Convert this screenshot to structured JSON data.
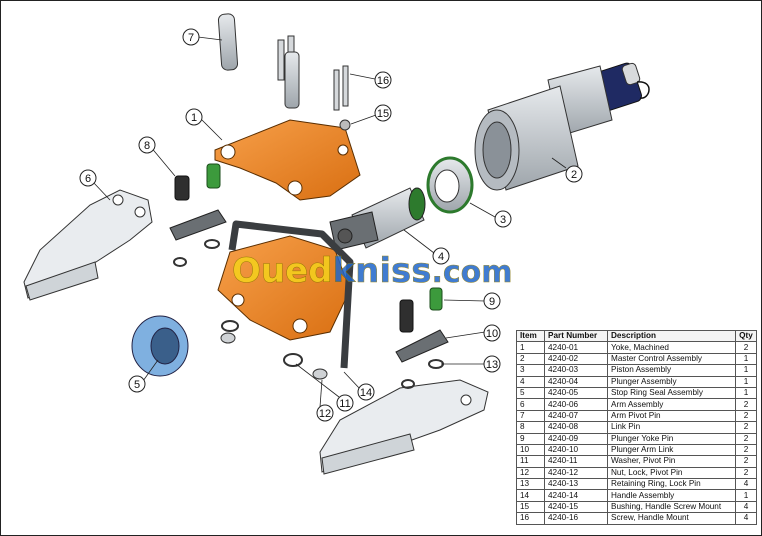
{
  "watermark": {
    "brand_left": "Oued",
    "brand_right": "kniss",
    "suffix": ".com"
  },
  "table": {
    "headers": {
      "item": "Item",
      "part_number": "Part Number",
      "description": "Description",
      "qty": "Qty"
    },
    "rows": [
      {
        "item": "1",
        "part_number": "4240-01",
        "description": "Yoke, Machined",
        "qty": "2"
      },
      {
        "item": "2",
        "part_number": "4240-02",
        "description": "Master Control Assembly",
        "qty": "1"
      },
      {
        "item": "3",
        "part_number": "4240-03",
        "description": "Piston Assembly",
        "qty": "1"
      },
      {
        "item": "4",
        "part_number": "4240-04",
        "description": "Plunger Assembly",
        "qty": "1"
      },
      {
        "item": "5",
        "part_number": "4240-05",
        "description": "Stop Ring Seal Assembly",
        "qty": "1"
      },
      {
        "item": "6",
        "part_number": "4240-06",
        "description": "Arm Assembly",
        "qty": "2"
      },
      {
        "item": "7",
        "part_number": "4240-07",
        "description": "Arm Pivot Pin",
        "qty": "2"
      },
      {
        "item": "8",
        "part_number": "4240-08",
        "description": "Link Pin",
        "qty": "2"
      },
      {
        "item": "9",
        "part_number": "4240-09",
        "description": "Plunger Yoke Pin",
        "qty": "2"
      },
      {
        "item": "10",
        "part_number": "4240-10",
        "description": "Plunger Arm Link",
        "qty": "2"
      },
      {
        "item": "11",
        "part_number": "4240-11",
        "description": "Washer, Pivot Pin",
        "qty": "2"
      },
      {
        "item": "12",
        "part_number": "4240-12",
        "description": "Nut, Lock, Pivot Pin",
        "qty": "2"
      },
      {
        "item": "13",
        "part_number": "4240-13",
        "description": "Retaining Ring, Lock Pin",
        "qty": "4"
      },
      {
        "item": "14",
        "part_number": "4240-14",
        "description": "Handle Assembly",
        "qty": "1"
      },
      {
        "item": "15",
        "part_number": "4240-15",
        "description": "Bushing, Handle Screw Mount",
        "qty": "4"
      },
      {
        "item": "16",
        "part_number": "4240-16",
        "description": "Screw, Handle Mount",
        "qty": "4"
      }
    ]
  },
  "callouts": [
    "1",
    "2",
    "3",
    "4",
    "5",
    "6",
    "7",
    "8",
    "9",
    "10",
    "11",
    "12",
    "13",
    "14",
    "15",
    "16"
  ],
  "colors": {
    "yoke_orange": "#f08a2a",
    "metal_gray": "#c8cdd2",
    "dark_link": "#6a6f73",
    "pin_green": "#3c9a3c",
    "seal_blue": "#7fb0e0",
    "navy": "#1f2a63",
    "watermark_yellow": "#f5d21c",
    "watermark_blue": "#1f66c9"
  }
}
